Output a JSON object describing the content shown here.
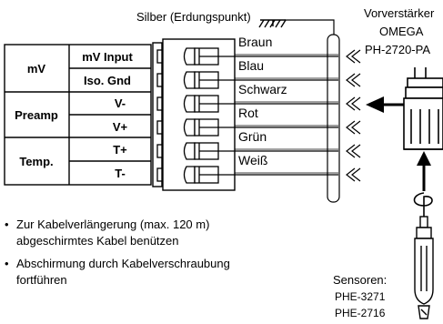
{
  "ground_label": "Silber (Erdungspunkt)",
  "amplifier": {
    "line1": "Vorverstärker",
    "line2": "OMEGA",
    "line3": "PH-2720-PA"
  },
  "table": {
    "groups": [
      {
        "label": "mV",
        "rows": [
          "mV Input",
          "Iso. Gnd"
        ]
      },
      {
        "label": "Preamp",
        "rows": [
          "V-",
          "V+"
        ]
      },
      {
        "label": "Temp.",
        "rows": [
          "T+",
          "T-"
        ]
      }
    ]
  },
  "wires": [
    "Braun",
    "Blau",
    "Schwarz",
    "Rot",
    "Grün",
    "Weiß"
  ],
  "notes": [
    {
      "line1": "Zur Kabelverlängerung (max. 120 m)",
      "line2": "abgeschirmtes Kabel benützen"
    },
    {
      "line1": "Abschirmung durch Kabelverschraubung",
      "line2": "fortführen"
    }
  ],
  "bullet": "•",
  "sensors": {
    "title": "Sensoren:",
    "items": [
      "PHE-3271",
      "PHE-2716"
    ]
  }
}
